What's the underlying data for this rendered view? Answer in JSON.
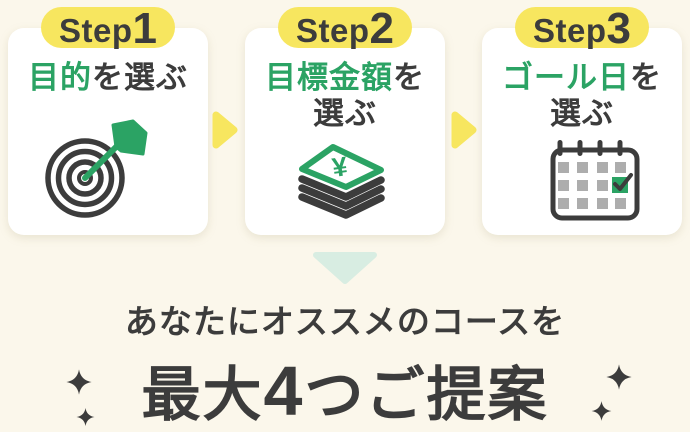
{
  "page": {
    "background_color": "#FBF7EB"
  },
  "colors": {
    "card_background": "#FFFFFF",
    "badge_yellow": "#F7E65F",
    "arrow_yellow": "#F7E65F",
    "accent_green": "#2BA364",
    "text_dark": "#3C3C3C",
    "triangle_mint": "#D8EDE2",
    "calendar_gray": "#ADADAD"
  },
  "steps": [
    {
      "badge_label": "Step",
      "badge_number": "1",
      "title_accent": "目的",
      "title_rest": "を選ぶ",
      "title_line2": "",
      "icon": "target-icon"
    },
    {
      "badge_label": "Step",
      "badge_number": "2",
      "title_accent": "目標金額",
      "title_rest": "を",
      "title_line2": "選ぶ",
      "icon": "money-stack-icon"
    },
    {
      "badge_label": "Step",
      "badge_number": "3",
      "title_accent": "ゴール日",
      "title_rest": "を",
      "title_line2": "選ぶ",
      "icon": "calendar-icon"
    }
  ],
  "connectors": {
    "between_steps": "arrow-right-icon",
    "below_steps": "triangle-down-icon"
  },
  "footer": {
    "lead": "あなたにオススメのコースを",
    "headline_prefix": "最大",
    "headline_number": "4",
    "headline_suffix": "つご提案",
    "decoration": "sparkle-icon"
  }
}
